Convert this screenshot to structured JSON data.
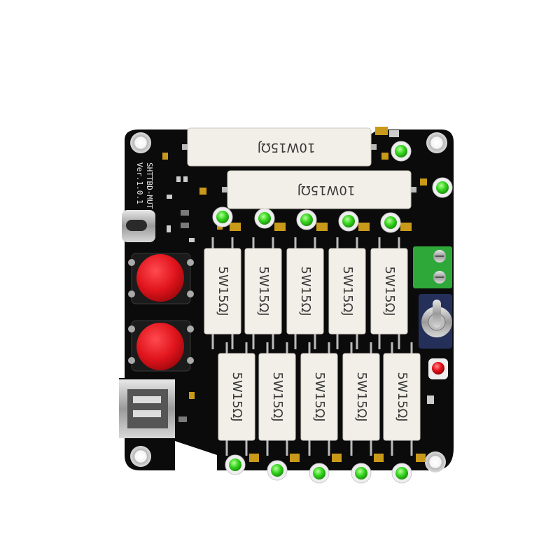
{
  "board": {
    "silkscreen_name": "SHTTBD-MUT",
    "silkscreen_version": "Ver.1.0.1",
    "pcb_color": "#0b0b0c"
  },
  "resistors": {
    "large": [
      {
        "label": "10W15ΩJ"
      },
      {
        "label": "10W15ΩJ"
      }
    ],
    "small_top": [
      {
        "label": "5W15ΩJ"
      },
      {
        "label": "5W15ΩJ"
      },
      {
        "label": "5W15ΩJ"
      },
      {
        "label": "5W15ΩJ"
      },
      {
        "label": "5W15ΩJ"
      }
    ],
    "small_bottom": [
      {
        "label": "5W15ΩJ"
      },
      {
        "label": "5W15ΩJ"
      },
      {
        "label": "5W15ΩJ"
      },
      {
        "label": "5W15ΩJ"
      },
      {
        "label": "5W15ΩJ"
      }
    ]
  },
  "colors": {
    "resistor_body": "#f1efe8",
    "resistor_text": "#3a3a3a",
    "button_red": "#e0141c",
    "led_green": "#35d61e",
    "led_red": "#e8101a",
    "terminal_green": "#2fa83a",
    "header_gold": "#c99a1a"
  },
  "components": {
    "push_buttons": 2,
    "green_leds": 12,
    "red_leds": 1,
    "usb_ports": [
      "usb-c",
      "usb-a"
    ],
    "toggle_switch": true,
    "screw_terminal": true
  }
}
